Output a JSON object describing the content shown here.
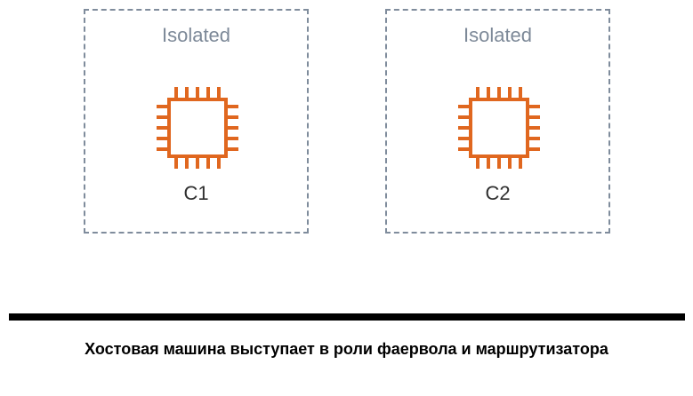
{
  "containers": [
    {
      "label": "Isolated",
      "name": "C1",
      "icon": "cpu-chip-icon"
    },
    {
      "label": "Isolated",
      "name": "C2",
      "icon": "cpu-chip-icon"
    }
  ],
  "host": {
    "caption": "Хостовая машина выступает в роли фаервола и маршрутизатора"
  },
  "colors": {
    "chip": "#e0671f",
    "box_border": "#7f8c9c",
    "label": "#7d8998",
    "host_line": "#000000"
  }
}
